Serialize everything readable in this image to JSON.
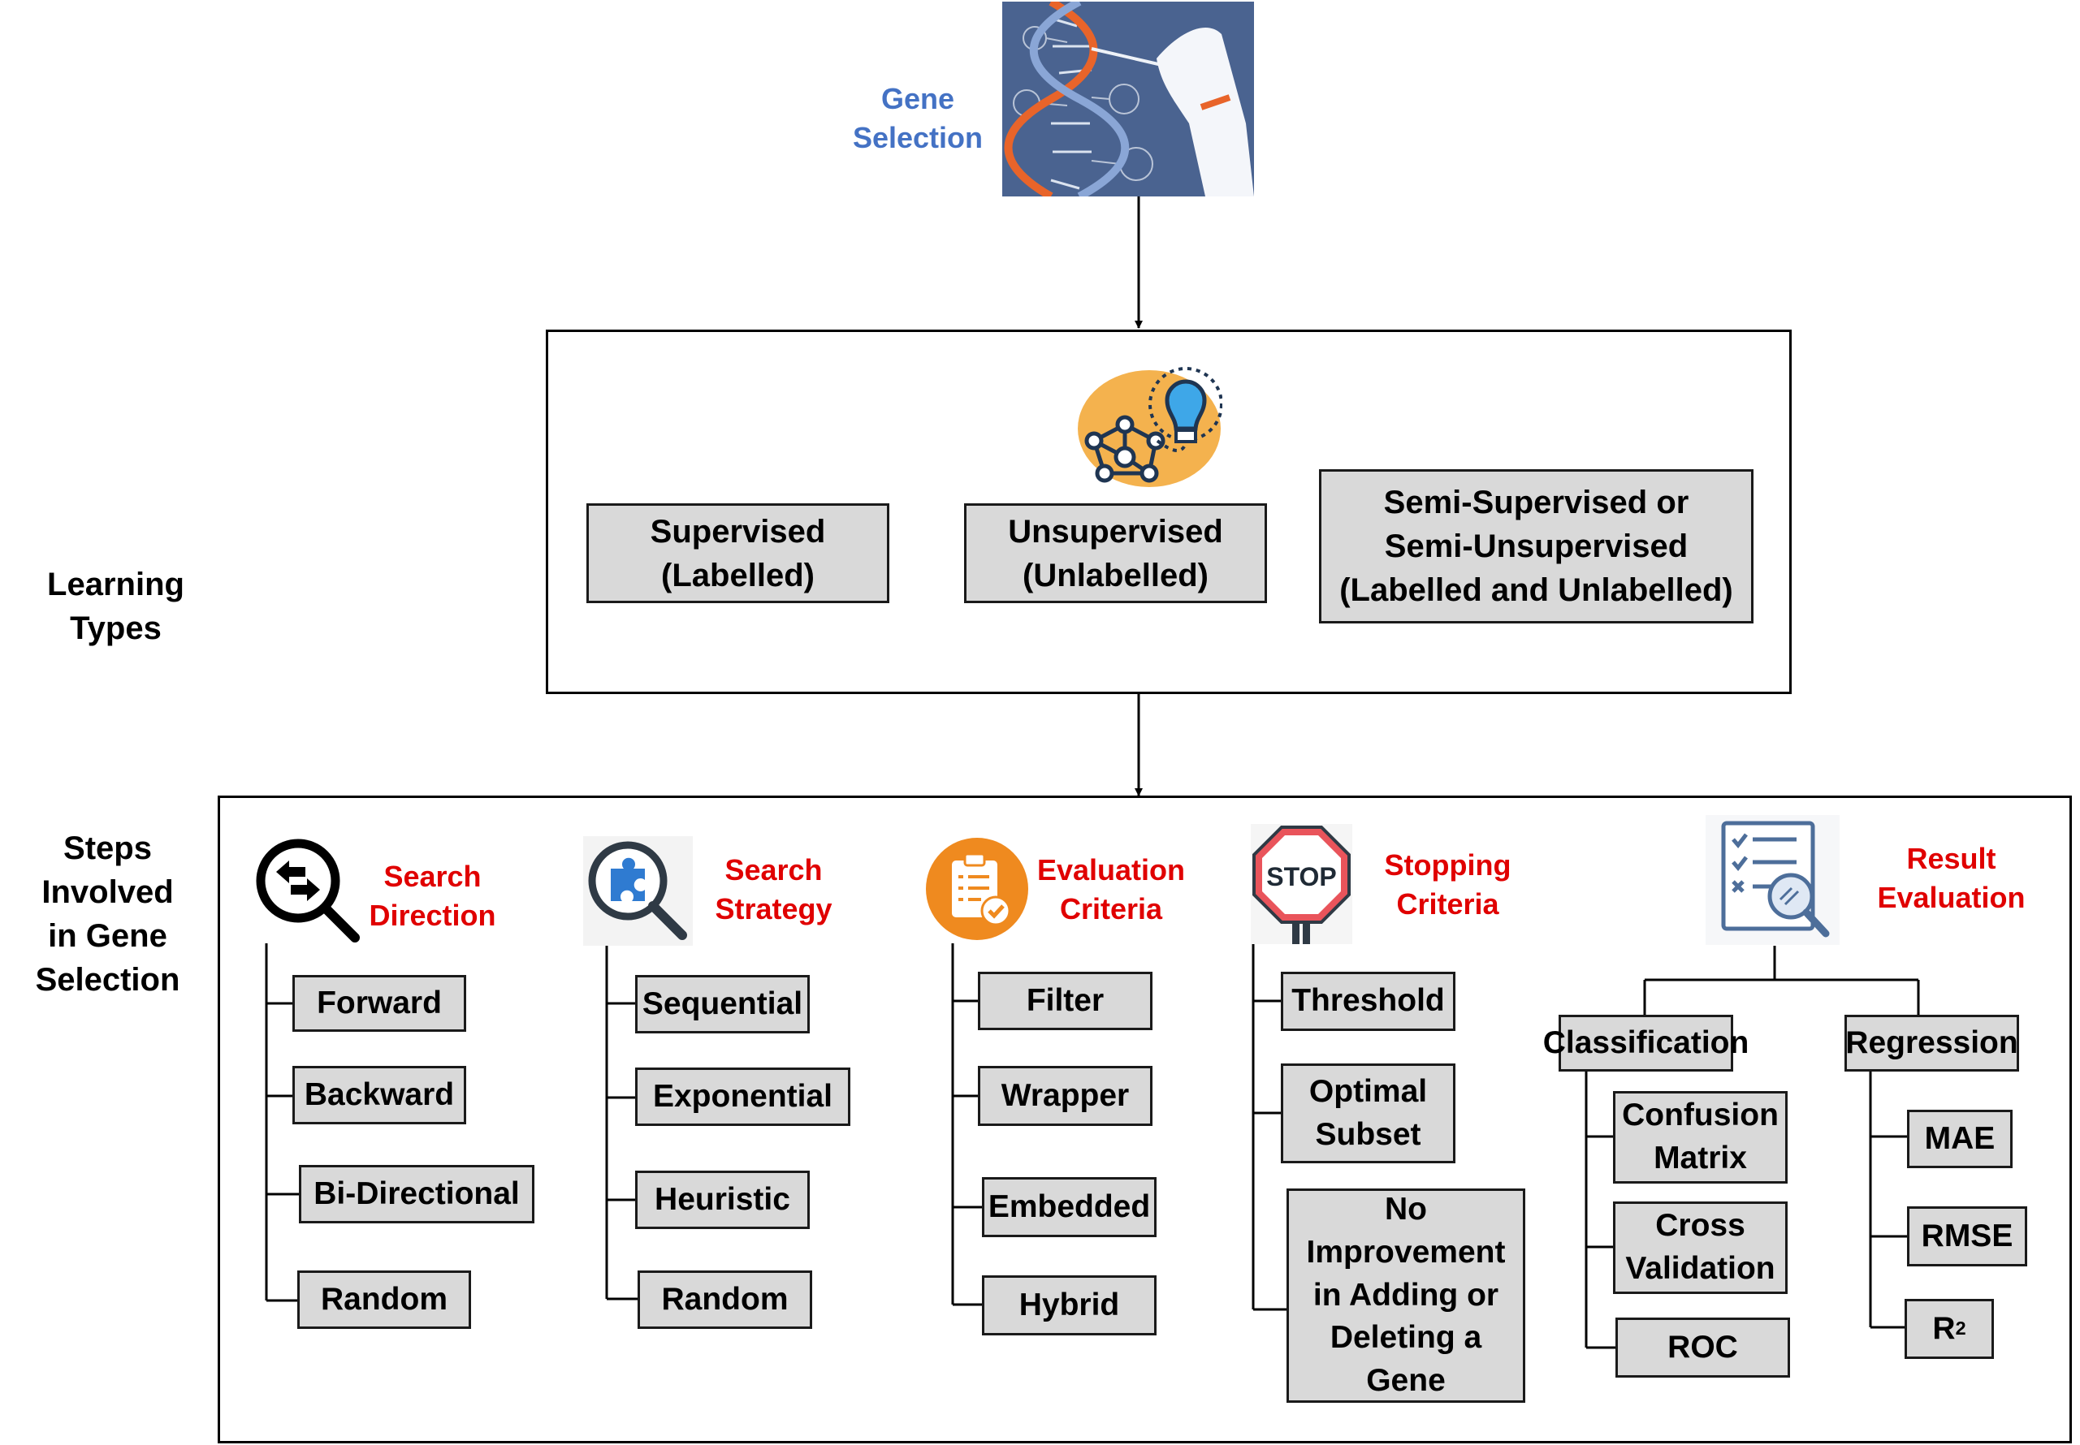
{
  "gene_selection": {
    "title": "Gene Selection"
  },
  "learning_types": {
    "label": "Learning Types",
    "items": [
      "Supervised (Labelled)",
      "Unsupervised (Unlabelled)",
      "Semi-Supervised or Semi-Unsupervised (Labelled and Unlabelled)"
    ]
  },
  "steps": {
    "label": "Steps Involved in Gene Selection",
    "search_direction": {
      "title": "Search Direction",
      "items": [
        "Forward",
        "Backward",
        "Bi-Directional",
        "Random"
      ]
    },
    "search_strategy": {
      "title": "Search Strategy",
      "items": [
        "Sequential",
        "Exponential",
        "Heuristic",
        "Random"
      ]
    },
    "evaluation_criteria": {
      "title": "Evaluation Criteria",
      "items": [
        "Filter",
        "Wrapper",
        "Embedded",
        "Hybrid"
      ]
    },
    "stopping_criteria": {
      "title": "Stopping Criteria",
      "items": [
        "Threshold",
        "Optimal Subset",
        "No Improvement in Adding or Deleting a Gene"
      ],
      "stop_sign_text": "STOP"
    },
    "result_evaluation": {
      "title": "Result Evaluation",
      "classification": {
        "title": "Classification",
        "items": [
          "Confusion Matrix",
          "Cross Validation",
          "ROC"
        ]
      },
      "regression": {
        "title": "Regression",
        "items": [
          "MAE",
          "RMSE",
          "R"
        ],
        "r2_superscript": "2"
      }
    }
  },
  "colors": {
    "step_title": "#e00000",
    "gene_title": "#4472c4",
    "box_fill": "#d9d9d9",
    "icon_orange": "#ef8a1f",
    "icon_blue": "#2f7bd1"
  }
}
